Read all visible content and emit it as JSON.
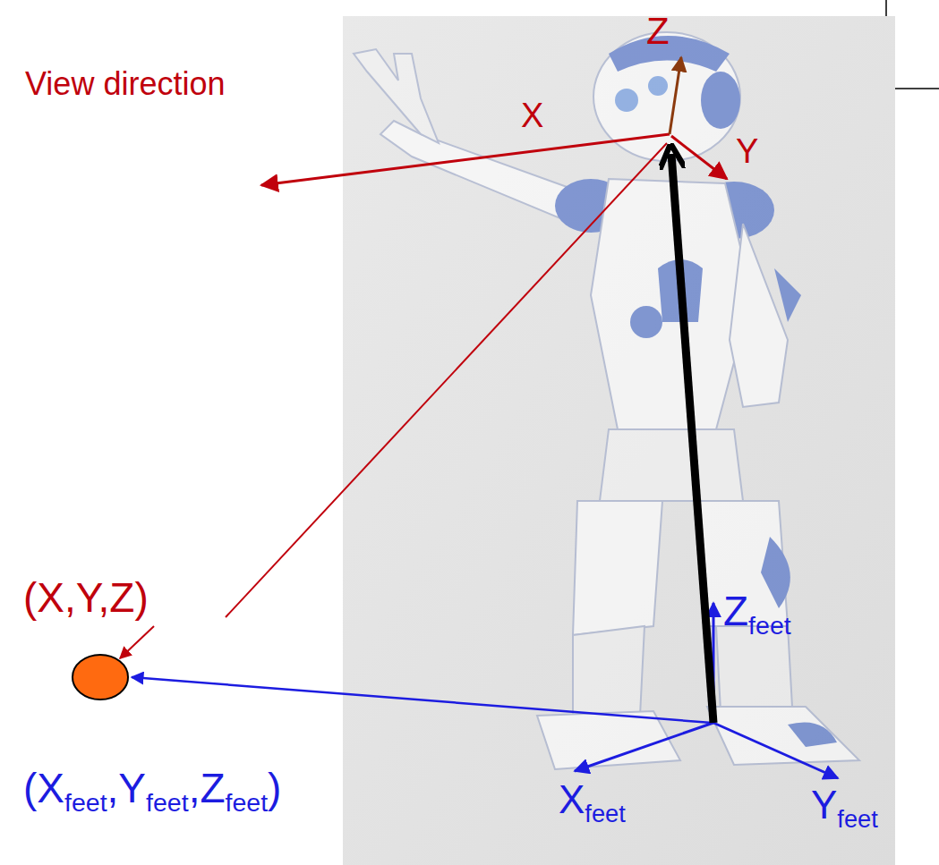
{
  "diagram": {
    "labels": [
      "Z",
      "View direction",
      "X",
      "Y",
      "(X,Y,Z)",
      "Z",
      "feet",
      "(X",
      "feet",
      ",Y",
      "feet",
      ",Z",
      "feet",
      ")",
      "X",
      "feet",
      "Y",
      "feet"
    ]
  }
}
